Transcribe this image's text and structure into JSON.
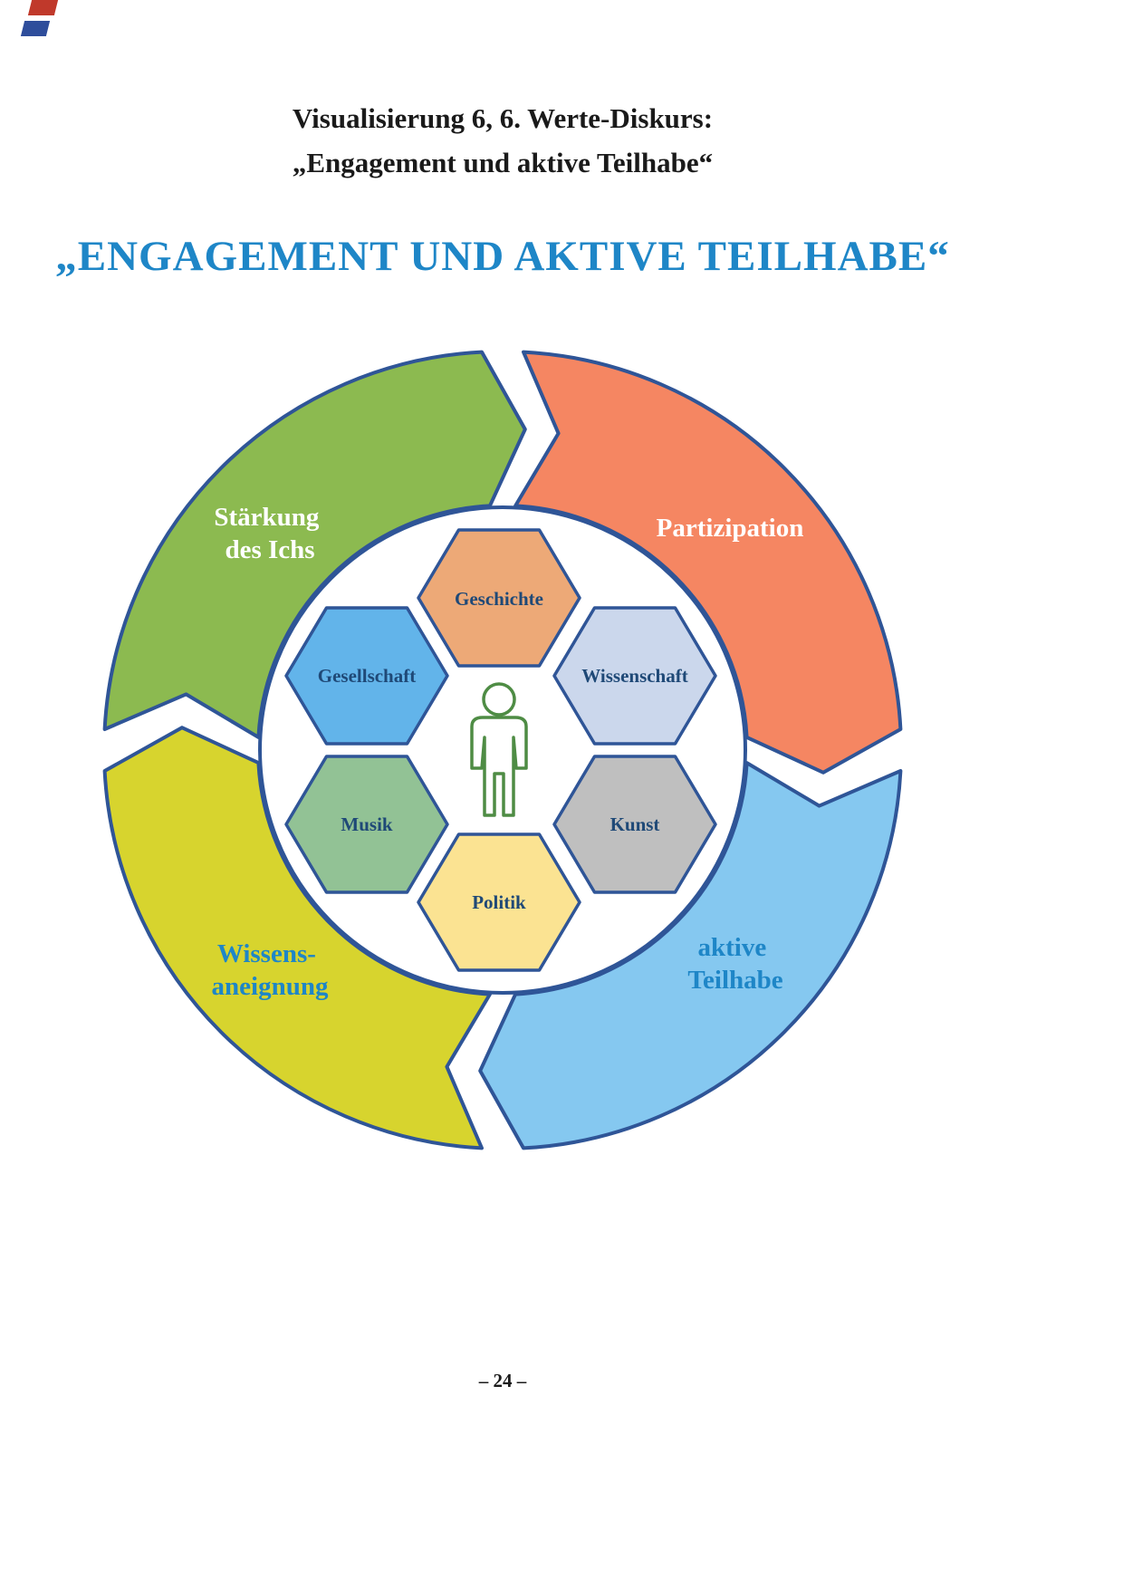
{
  "page": {
    "doc_title_line1": "Visualisierung 6, 6. Werte-Diskurs:",
    "doc_title_line2": "„Engagement und aktive Teilhabe“",
    "main_heading": "„ENGAGEMENT UND AKTIVE TEILHABE“",
    "page_number": "– 24 –"
  },
  "diagram": {
    "border_color": "#2F5597",
    "hex_text_color": "#1F4977",
    "person_icon_color": "#4E8C44",
    "ring_segments": [
      {
        "position": "top-left",
        "label": "Stärkung des Ichs",
        "lines": [
          "Stärkung",
          "des Ichs"
        ],
        "color": "#8CBA50",
        "text_color": "#FFFFFF"
      },
      {
        "position": "top-right",
        "label": "Partizipation",
        "lines": [
          "Partizipation"
        ],
        "color": "#F58662",
        "text_color": "#FFFFFF"
      },
      {
        "position": "bottom-right",
        "label": "aktive Teilhabe",
        "lines": [
          "aktive",
          "Teilhabe"
        ],
        "color": "#85C8F0",
        "text_color": "#1E86C7"
      },
      {
        "position": "bottom-left",
        "label": "Wissensaneignung",
        "lines": [
          "Wissens-",
          "aneignung"
        ],
        "color": "#D7D42E",
        "text_color": "#1E86C7"
      }
    ],
    "hexagons": [
      {
        "position": "top",
        "label": "Geschichte",
        "color": "#EDA977"
      },
      {
        "position": "upper-left",
        "label": "Gesellschaft",
        "color": "#62B4EA"
      },
      {
        "position": "upper-right",
        "label": "Wissenschaft",
        "color": "#CBD7EC"
      },
      {
        "position": "lower-left",
        "label": "Musik",
        "color": "#92C295"
      },
      {
        "position": "lower-right",
        "label": "Kunst",
        "color": "#BFBFBF"
      },
      {
        "position": "bottom",
        "label": "Politik",
        "color": "#FBE392"
      }
    ]
  }
}
